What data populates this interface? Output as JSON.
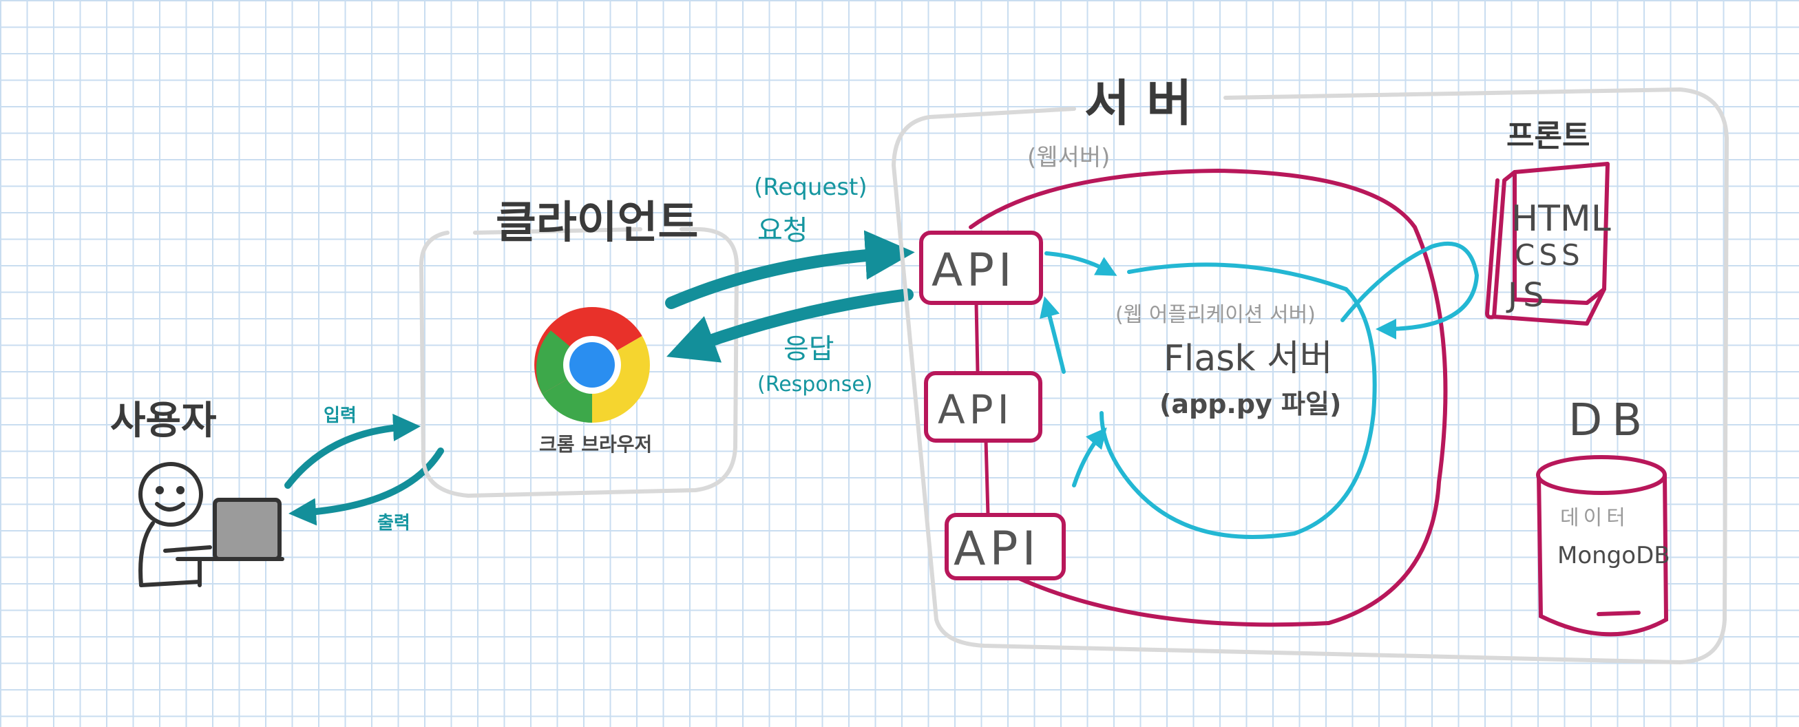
{
  "user": {
    "title": "사용자",
    "input_label": "입력",
    "output_label": "출력"
  },
  "client": {
    "title": "클라이언트",
    "browser_label": "크롬 브라우저"
  },
  "request": {
    "en": "(Request)",
    "ko": "요청"
  },
  "response": {
    "ko": "응답",
    "en": "(Response)"
  },
  "server": {
    "title": "서버",
    "web_server_label": "(웹서버)",
    "web_app_server_label": "(웹 어플리케이션 서버)",
    "flask_label": "Flask 서버",
    "app_file_label": "(app.py 파일)",
    "api_labels": [
      "API",
      "API",
      "API"
    ]
  },
  "front": {
    "title": "프론트",
    "files": [
      "HTML",
      "CSS",
      "JS"
    ]
  },
  "db": {
    "title": "DB",
    "data_label": "데이터",
    "engine_label": "MongoDB"
  },
  "colors": {
    "teal": "#1696a0",
    "cyan": "#23b7d3",
    "magenta": "#b8175a",
    "box_gray": "#d9d9d9",
    "grid": "#c9ddf0",
    "chrome_red": "#e8312a",
    "chrome_yellow": "#f5d52f",
    "chrome_green": "#3da84a",
    "chrome_blue": "#2a8ef0"
  },
  "icons": [
    "user-figure-icon",
    "laptop-icon",
    "chrome-icon",
    "document-stack-icon",
    "database-cylinder-icon"
  ]
}
